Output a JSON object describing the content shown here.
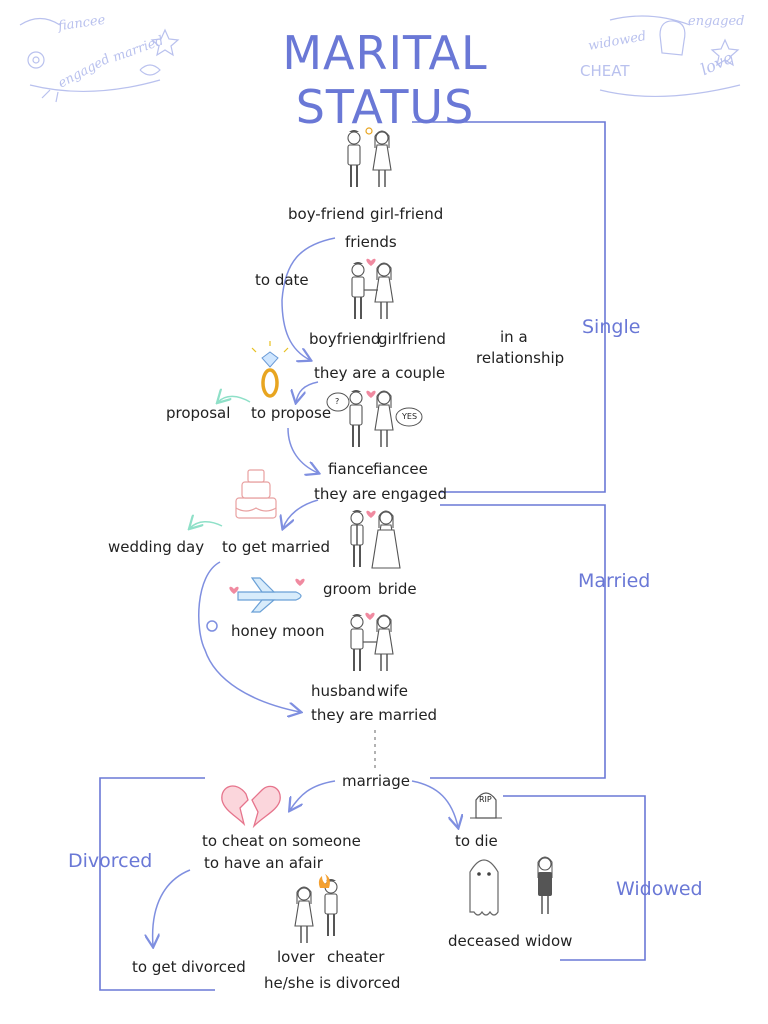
{
  "title": "MARITAL STATUS",
  "decor_words": {
    "fiancee": "fiancee",
    "married": "married",
    "engaged_left": "engaged",
    "widowed": "widowed",
    "engaged_right": "engaged",
    "love": "love",
    "cheat": "CHEAT"
  },
  "stages": {
    "friends": {
      "male": "boy-friend",
      "female": "girl-friend",
      "label": "friends"
    },
    "date": {
      "verb": "to date"
    },
    "couple": {
      "male": "boyfriend",
      "female": "girlfriend",
      "label": "they are a couple"
    },
    "relationship": {
      "line1": "in a",
      "line2": "relationship"
    },
    "propose": {
      "verb": "to propose",
      "noun": "proposal",
      "yes_bubble": "YES",
      "question_bubble": "?"
    },
    "engaged": {
      "male": "fiance",
      "female": "fiancee",
      "label": "they are engaged"
    },
    "wedding": {
      "verb": "to get married",
      "noun": "wedding day"
    },
    "wed": {
      "male": "groom",
      "female": "bride"
    },
    "honeymoon": {
      "label": "honey moon"
    },
    "married": {
      "male": "husband",
      "female": "wife",
      "label": "they are married"
    },
    "marriage": {
      "label": "marriage"
    },
    "cheat": {
      "line1": "to cheat on someone",
      "line2": "to have an afair"
    },
    "divorce": {
      "verb": "to get divorced",
      "lover": "lover",
      "cheater": "cheater",
      "label": "he/she is divorced"
    },
    "die": {
      "verb": "to die",
      "deceased": "deceased",
      "widow": "widow",
      "tombstone": "RIP"
    }
  },
  "statuses": {
    "single": "Single",
    "married": "Married",
    "divorced": "Divorced",
    "widowed": "Widowed"
  },
  "colors": {
    "accent": "#6a78d6",
    "decor": "#b9c1ee",
    "arrow": "#7f8fe0",
    "heart": "#f08aa0",
    "ring": "#e8a520",
    "proposal_arrow": "#8fe0c8"
  },
  "icons": [
    "couple-icon",
    "ring-icon",
    "wedding-cake-icon",
    "airplane-icon",
    "broken-heart-icon",
    "tombstone-icon",
    "ghost-icon"
  ]
}
